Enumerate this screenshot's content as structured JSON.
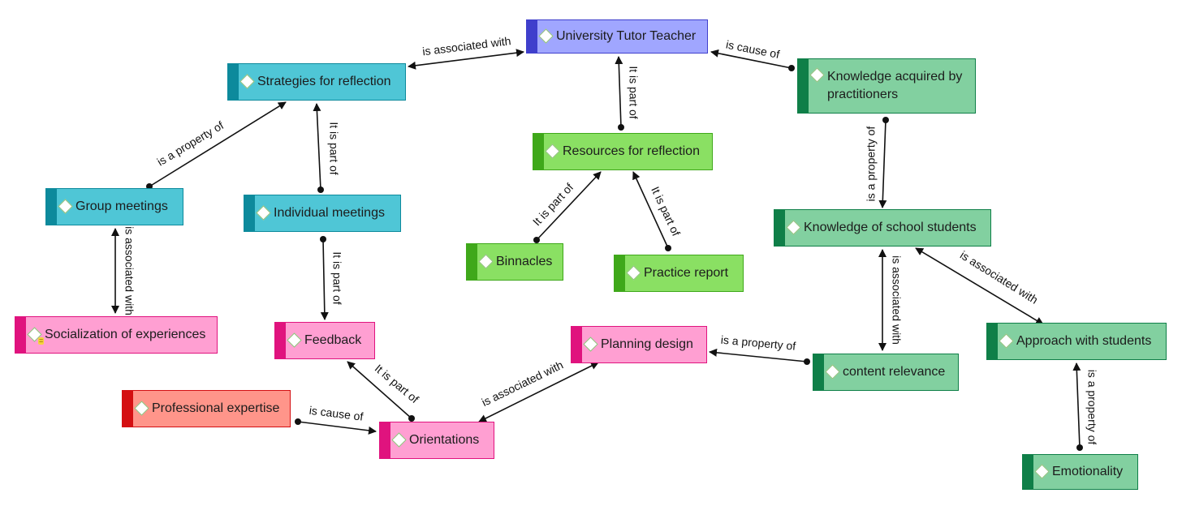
{
  "nodes": {
    "university_tutor_teacher": {
      "label": "University Tutor Teacher"
    },
    "strategies_for_reflection": {
      "label": "Strategies for reflection"
    },
    "knowledge_acquired": {
      "label": "Knowledge acquired by practitioners"
    },
    "resources_for_reflection": {
      "label": "Resources for reflection"
    },
    "group_meetings": {
      "label": "Group meetings"
    },
    "individual_meetings": {
      "label": "Individual meetings"
    },
    "knowledge_of_school_students": {
      "label": "Knowledge of school students"
    },
    "binnacles": {
      "label": "Binnacles"
    },
    "practice_report": {
      "label": "Practice report"
    },
    "socialization_of_experiences": {
      "label": "Socialization of experiences",
      "note": "="
    },
    "feedback": {
      "label": "Feedback"
    },
    "planning_design": {
      "label": "Planning design"
    },
    "approach_with_students": {
      "label": "Approach with students"
    },
    "content_relevance": {
      "label": "content relevance"
    },
    "professional_expertise": {
      "label": "Professional expertise"
    },
    "orientations": {
      "label": "Orientations"
    },
    "emotionality": {
      "label": "Emotionality"
    }
  },
  "edges": [
    {
      "id": "strategies-to-tutor",
      "label": "is associated with"
    },
    {
      "id": "knowledge-acquired-to-tutor",
      "label": "is cause of"
    },
    {
      "id": "resources-to-tutor",
      "label": "It is part of"
    },
    {
      "id": "group-to-strategies",
      "label": "is a property of"
    },
    {
      "id": "individual-to-strategies",
      "label": "It is part of"
    },
    {
      "id": "knowledge-acquired-to-school-students",
      "label": "is a property of"
    },
    {
      "id": "binnacles-to-resources",
      "label": "It is part of"
    },
    {
      "id": "practice-report-to-resources",
      "label": "It is part of"
    },
    {
      "id": "group-to-socialization",
      "label": "is associated with"
    },
    {
      "id": "individual-to-feedback",
      "label": "It is part of"
    },
    {
      "id": "school-students-to-content-relevance",
      "label": "is associated with"
    },
    {
      "id": "school-students-to-approach",
      "label": "is associated with"
    },
    {
      "id": "content-relevance-to-planning",
      "label": "is a property of"
    },
    {
      "id": "orientations-to-feedback",
      "label": "It is part of"
    },
    {
      "id": "orientations-to-planning",
      "label": "is associated with"
    },
    {
      "id": "expertise-to-orientations",
      "label": "is cause of"
    },
    {
      "id": "emotionality-to-approach",
      "label": "is a property of"
    }
  ],
  "colors": {
    "purple_fill": "#a0a6ff",
    "purple_strip": "#3f3fcc",
    "teal_fill": "#4fc6d6",
    "teal_strip": "#0d8a9c",
    "green_light_fill": "#8ae063",
    "green_light_strip": "#3fa81a",
    "green_mid_fill": "#82d0a0",
    "green_mid_strip": "#0f7f48",
    "pink_fill": "#ff9fd2",
    "pink_strip": "#e0137e",
    "red_fill": "#ff958a",
    "red_strip": "#d40f12",
    "edge": "#111111"
  }
}
